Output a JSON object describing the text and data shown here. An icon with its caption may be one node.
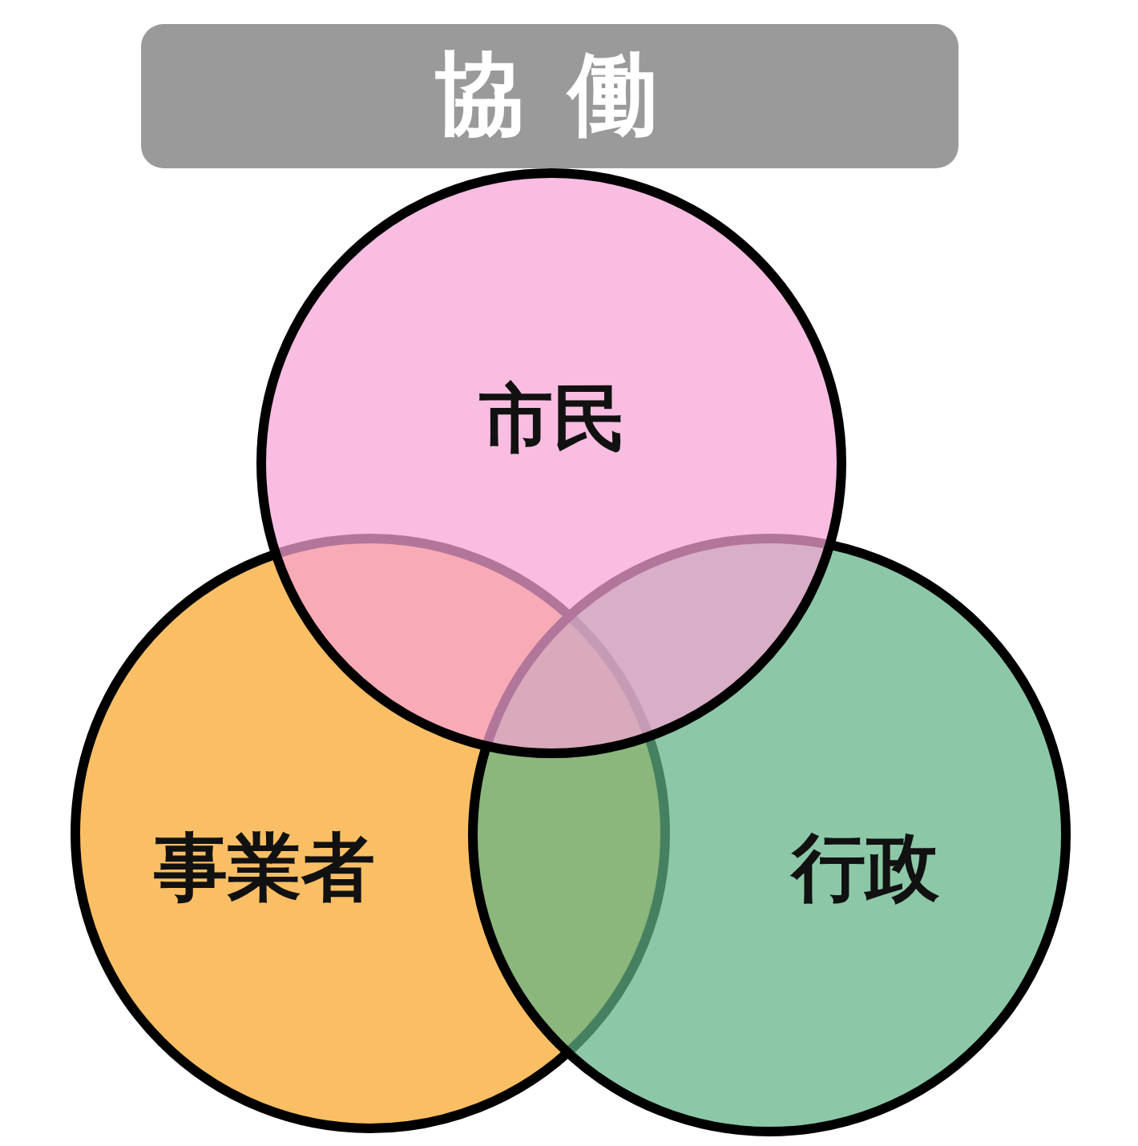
{
  "diagram": {
    "title": "協 働",
    "nodes": [
      {
        "text": [
          "市民"
        ]
      },
      {
        "text": [
          "事業者"
        ]
      },
      {
        "text": [
          "行政"
        ]
      }
    ]
  }
}
